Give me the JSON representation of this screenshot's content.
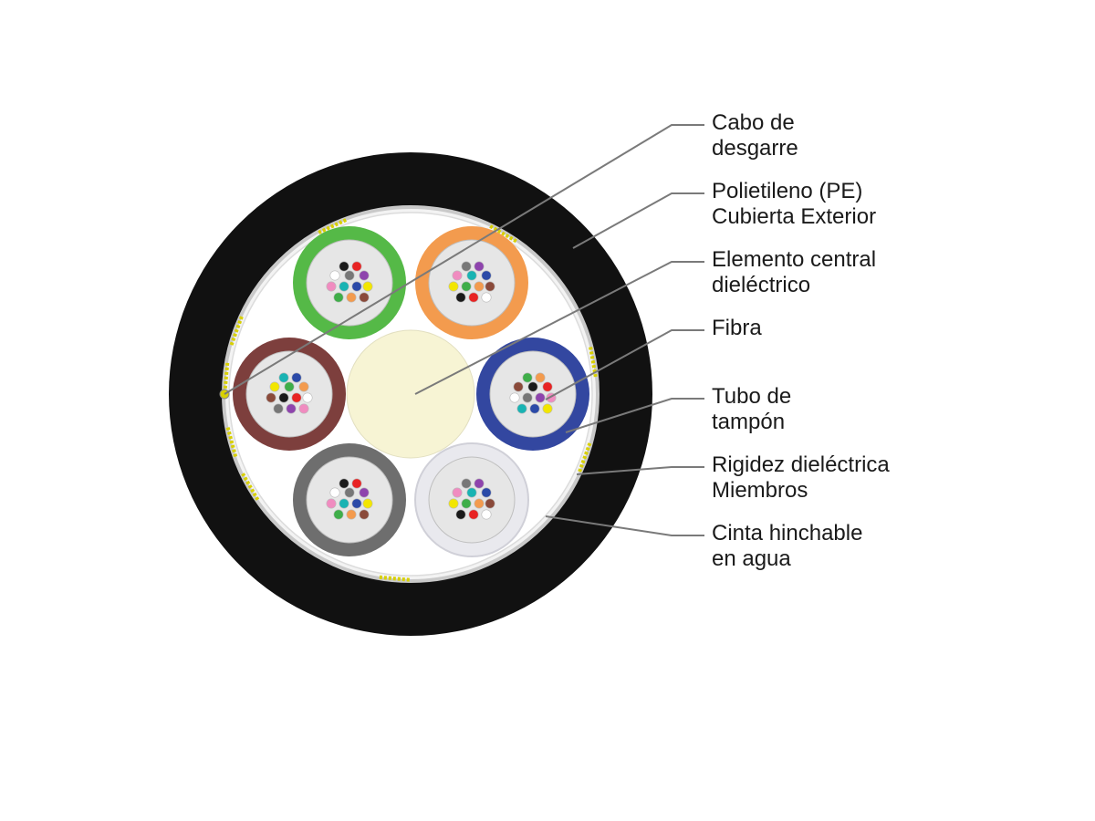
{
  "colors": {
    "jacket": "#111111",
    "tape": "#c9c9c9",
    "core_fill": "#ffffff",
    "central_member": "#f7f4d4",
    "leader_line": "#7a7a7a",
    "tube_inner": "#e6e6e6",
    "strength_yarn": "#d8d000"
  },
  "tubes": [
    {
      "name": "green-tube",
      "color": "#55b947"
    },
    {
      "name": "orange-tube",
      "color": "#f39b4e"
    },
    {
      "name": "brown-tube",
      "color": "#7d3f3d"
    },
    {
      "name": "blue-tube",
      "color": "#3347a0"
    },
    {
      "name": "gray-tube",
      "color": "#6e6e6e"
    },
    {
      "name": "white-tube",
      "color": "#e9e9ee"
    }
  ],
  "fiber_colors": [
    "#1a1a1a",
    "#e82323",
    "#ffffff",
    "#777777",
    "#8e44ad",
    "#f08cc0",
    "#19b3b3",
    "#2b4aa8",
    "#f2e600",
    "#3fae49",
    "#f39b4e",
    "#8a4a3a"
  ],
  "labels": [
    {
      "key": "rip-cord",
      "lines": [
        "Cabo de",
        "desgarre"
      ]
    },
    {
      "key": "outer-jacket",
      "lines": [
        "Polietileno (PE)",
        "Cubierta Exterior"
      ]
    },
    {
      "key": "central-member",
      "lines": [
        "Elemento central",
        "dieléctrico"
      ]
    },
    {
      "key": "fiber",
      "lines": [
        "Fibra"
      ]
    },
    {
      "key": "buffer-tube",
      "lines": [
        "Tubo de",
        "tampón"
      ]
    },
    {
      "key": "strength-members",
      "lines": [
        "Rigidez dieléctrica",
        "Miembros"
      ]
    },
    {
      "key": "water-tape",
      "lines": [
        "Cinta hinchable",
        "en agua"
      ]
    }
  ]
}
